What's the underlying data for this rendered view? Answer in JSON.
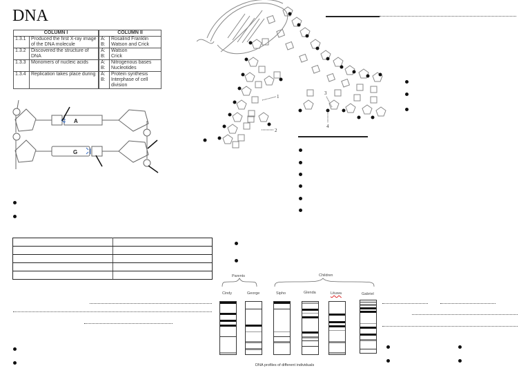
{
  "document": {
    "title": "DNA"
  },
  "matching_table": {
    "headers": [
      "COLUMN I",
      "COLUMN II"
    ],
    "rows": [
      {
        "num": "1.3.1",
        "desc": "Produced the first X-ray image of the DNA molecule",
        "opt_a_label": "A:",
        "opt_a": "Rosalind Franklin",
        "opt_b_label": "B:",
        "opt_b": "Watson and Crick"
      },
      {
        "num": "1.3.2",
        "desc": "Discovered the structure of DNA",
        "opt_a_label": "A:",
        "opt_a": "Watson",
        "opt_b_label": "B:",
        "opt_b": "Crick"
      },
      {
        "num": "1.3.3",
        "desc": "Monomers of nucleic acids",
        "opt_a_label": "A:",
        "opt_a": "Nitrogenous bases",
        "opt_b_label": "B:",
        "opt_b": "Nucleotides"
      },
      {
        "num": "1.3.4",
        "desc": "Replication takes place during",
        "opt_a_label": "A:",
        "opt_a": "Protein synthesis",
        "opt_b_label": "B:",
        "opt_b": "Interphase of cell division"
      }
    ]
  },
  "nucleotide_diagram": {
    "base_top": "A",
    "base_bottom": "G"
  },
  "replication_diagram": {
    "labels": [
      "1",
      "2",
      "3",
      "4"
    ]
  },
  "dna_profile": {
    "group_parents": "Parents",
    "group_children": "Children",
    "individuals": [
      "Cindy",
      "George",
      "Sipho",
      "Glenda",
      "Lituwa",
      "Gabriel"
    ],
    "caption": "DNA profiles of different individuals"
  },
  "colors": {
    "ink": "#111111",
    "band_dark": "#111111",
    "band_grey": "#888888",
    "hydrogen_bond": "#3a6fc4",
    "spellcheck_red": "#dd2222"
  }
}
